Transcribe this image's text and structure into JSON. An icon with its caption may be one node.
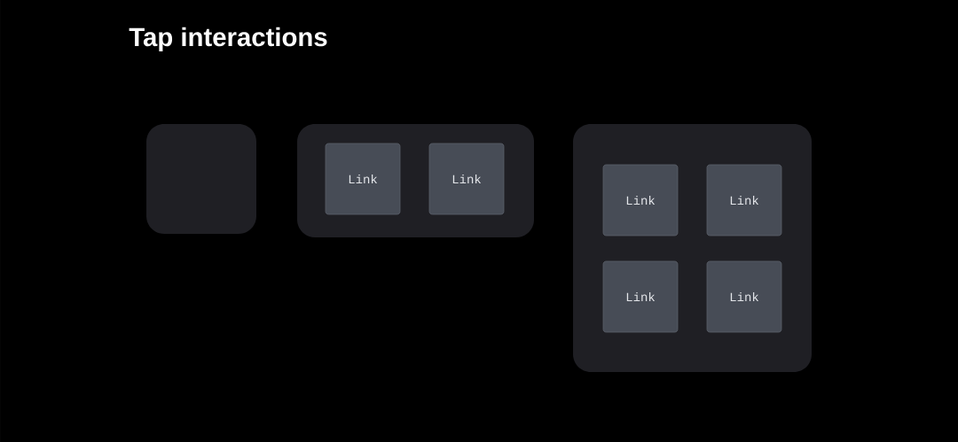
{
  "diagram": {
    "title": "Tap interactions",
    "nodes": [
      {
        "text": [],
        "shape": "box"
      },
      {
        "text": [],
        "shape": "box"
      },
      {
        "text": [
          "Link"
        ],
        "in": 1
      },
      {
        "text": [
          "Link"
        ],
        "in": 1
      },
      {
        "text": [],
        "shape": "box"
      },
      {
        "text": [
          "Link"
        ],
        "in": 4
      },
      {
        "text": [
          "Link"
        ],
        "in": 4
      },
      {
        "text": [
          "Link"
        ],
        "in": 4
      },
      {
        "text": [
          "Link"
        ],
        "in": 4
      }
    ]
  }
}
